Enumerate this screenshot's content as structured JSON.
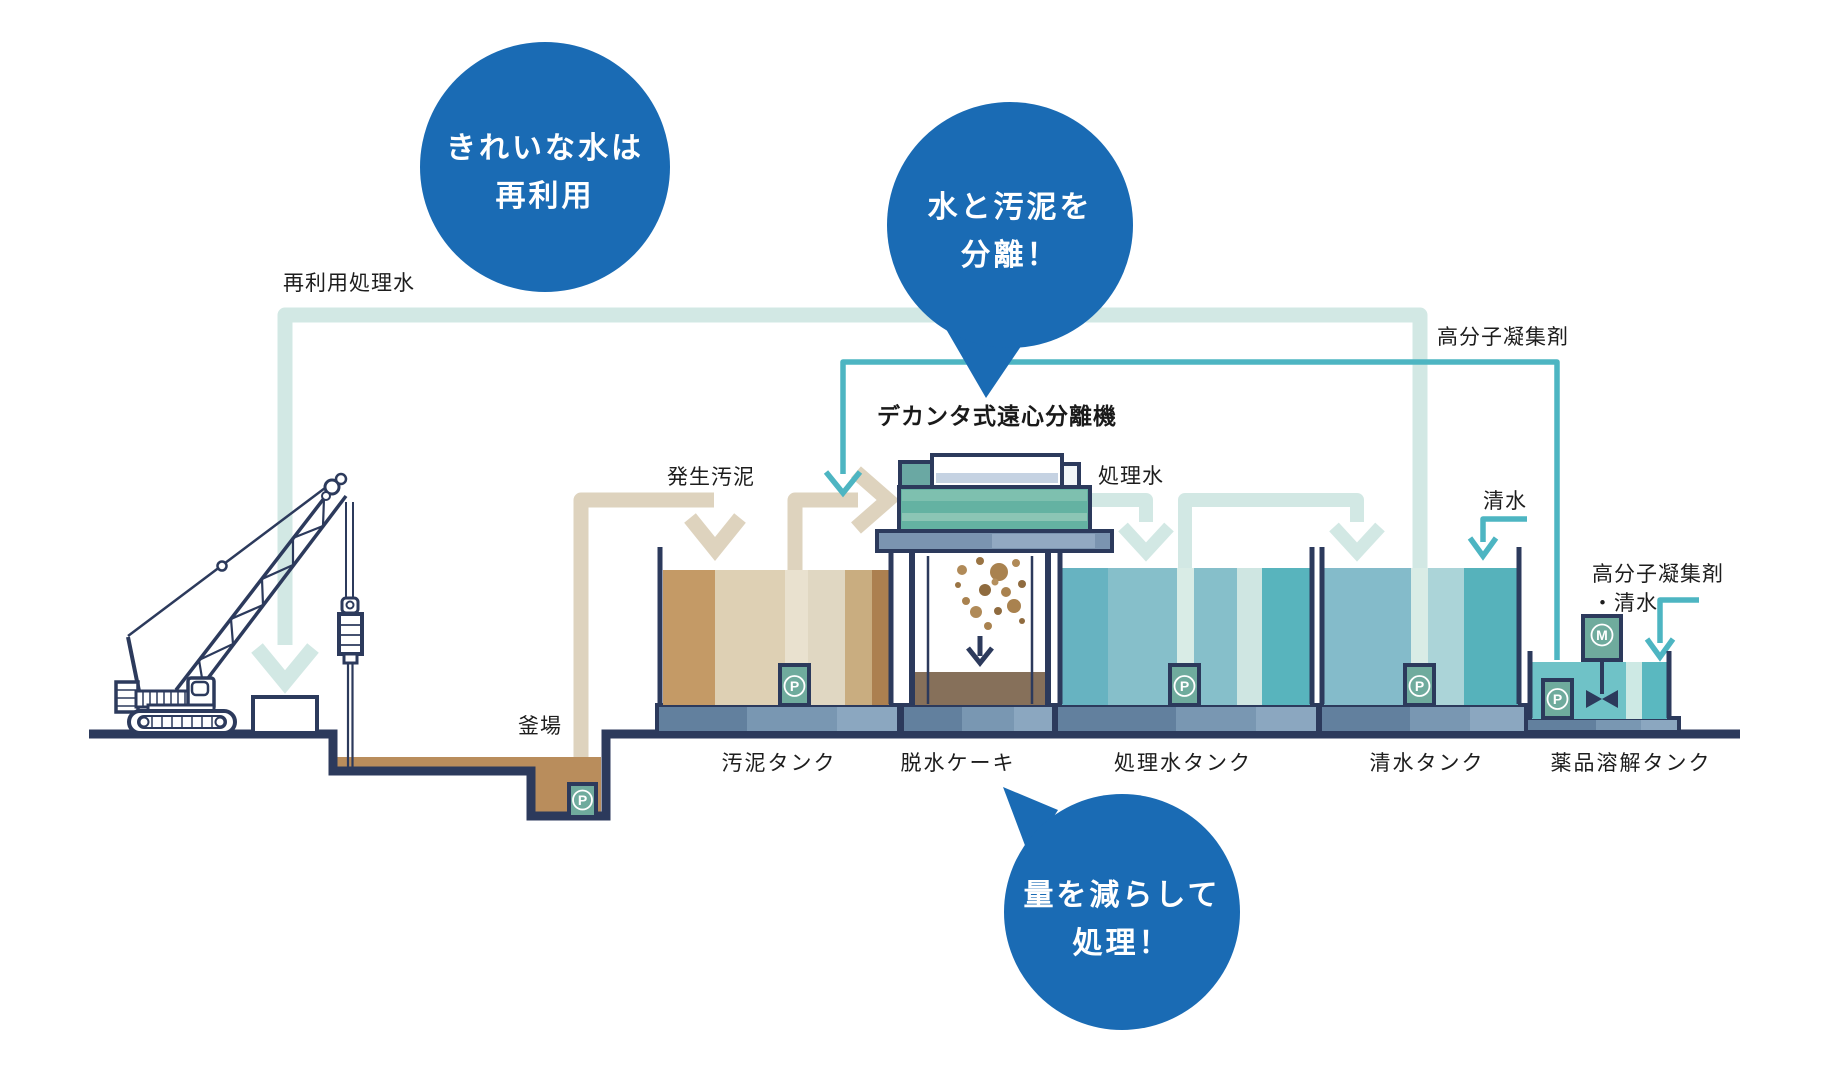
{
  "bubbles": {
    "reuse": {
      "line1": "きれいな水は",
      "line2": "再利用"
    },
    "separate": {
      "line1": "水と汚泥を",
      "line2": "分離！"
    },
    "reduce": {
      "line1": "量を減らして",
      "line2": "処理！"
    }
  },
  "labels": {
    "reuse_water": "再利用処理水",
    "polymer_top": "高分子凝集剤",
    "decanter": "デカンタ式遠心分離機",
    "sludge_generated": "発生汚泥",
    "treated_water_out": "処理水",
    "clean_water_in": "清水",
    "polymer_clean_line1": "高分子凝集剤",
    "polymer_clean_line2": "・清水",
    "pit": "釜場"
  },
  "tanks": {
    "sludge": "汚泥タンク",
    "cake": "脱水ケーキ",
    "treated": "処理水タンク",
    "clean": "清水タンク",
    "chemical": "薬品溶解タンク"
  },
  "icons": {
    "pump_letter": "P",
    "mixer_letter": "M"
  },
  "colors": {
    "bubble_blue": "#1a6bb4",
    "outline_navy": "#2c3a5c",
    "pipe_pale_mint": "#d2e8e4",
    "pipe_teal": "#4db5c2",
    "pipe_sludge_beige": "#ded3be",
    "pit_mud_brown": "#b98d5c",
    "cake_brown": "#86705a",
    "decanter_green": "#64b2a2",
    "platform_blue_gray": "#7b96ae",
    "pump_teal_green": "#6fab9d"
  }
}
